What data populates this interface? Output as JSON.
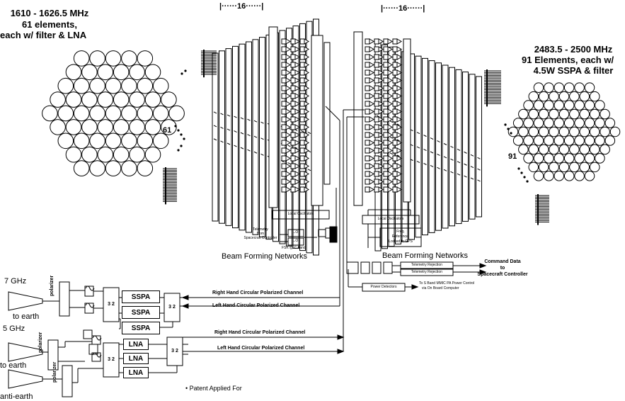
{
  "left_array": {
    "freq": "1610 - 1626.5 MHz",
    "elements": "61 elements,",
    "desc": "each w/ filter & LNA",
    "count": "61"
  },
  "right_array": {
    "freq": "2483.5 - 2500 MHz",
    "elements": "91 Elements, each w/",
    "desc": "4.5W SSPA & filter",
    "count": "91"
  },
  "stack_left": "|······16······|",
  "stack_right": "|······16······|",
  "beam_forming_left": "Beam Forming Networks",
  "beam_forming_right": "Beam Forming Networks",
  "local_osc_left": "Local Oscillators",
  "local_osc_right": "Local Oscillators",
  "telemetry": [
    "Telemetry",
    "from",
    "Spacecraft Controller"
  ],
  "lo_boxes": [
    "L.O.",
    "L.O."
  ],
  "fsk": "FSK @ C band",
  "ref_box": [
    "Freq.",
    "Reference,",
    "Locked to GPS"
  ],
  "telemetry_boxes": [
    "Telemetry Rejection",
    "Telemetry Rejection"
  ],
  "command_data": [
    "Command Data",
    "to",
    "Spacecraft Controller"
  ],
  "power_detectors": "Power Detectors",
  "power_control": [
    "To S Band MMIC PA Power Control",
    "via On Board Computer"
  ],
  "channels": [
    "Right Hand Circular Polarized Channel",
    "Left Hand Circular Polarized Channel",
    "Right Hand Circular Polarized Channel",
    "Left Hand Circular Polarized Channel"
  ],
  "band_7": "7 GHz",
  "band_5": "5 GHz",
  "to_earth_1": "to earth",
  "to_earth_2": "to earth",
  "anti_earth": "anti-earth",
  "polarizer": "polarizer",
  "hybrid": "3 2",
  "sspa": [
    "SSPA",
    "SSPA",
    "SSPA"
  ],
  "lna": [
    "LNA",
    "LNA",
    "LNA"
  ],
  "patent": "• Patent Applied For"
}
